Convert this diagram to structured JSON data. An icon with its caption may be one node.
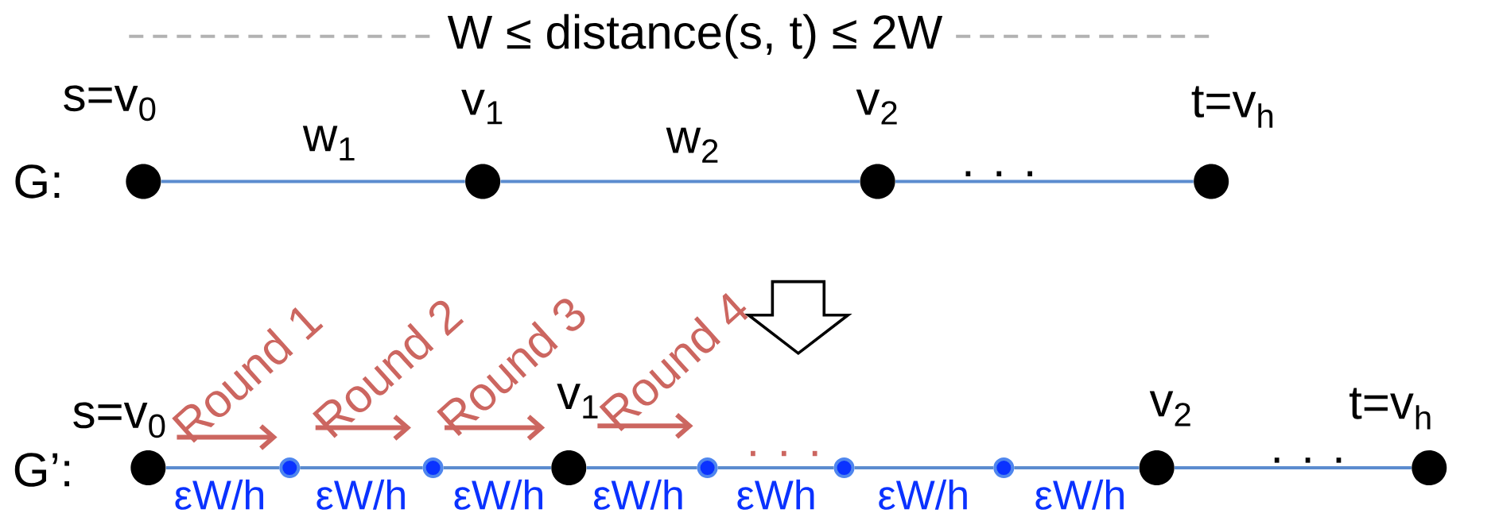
{
  "diagram": {
    "title": "W ≤ distance(s, t) ≤ 2W",
    "nodes": [
      {
        "text": [],
        "shape": "circle",
        "beside": [
          "s=v$_{0}$"
        ]
      },
      {
        "text": [],
        "shape": "circle",
        "beside": [
          "v$_{1}$"
        ]
      },
      {
        "text": [],
        "shape": "circle",
        "beside": [
          "v$_{2}$"
        ]
      },
      {
        "text": [],
        "shape": "circle",
        "beside": [
          "t=v$_{h}$"
        ]
      },
      {
        "text": [],
        "shape": "circle",
        "beside": [
          "s=v$_{0}$"
        ]
      },
      {
        "text": [],
        "shape": "circle"
      },
      {
        "text": [],
        "shape": "circle"
      },
      {
        "text": [],
        "shape": "circle",
        "beside": [
          "v$_{1}$"
        ]
      },
      {
        "text": [],
        "shape": "circle"
      },
      {
        "text": [],
        "shape": "circle"
      },
      {
        "text": [],
        "shape": "circle"
      },
      {
        "text": [],
        "shape": "circle",
        "beside": [
          "v$_{2}$"
        ]
      },
      {
        "text": [],
        "shape": "circle",
        "beside": [
          "t=v$_{h}$"
        ]
      }
    ],
    "edges": [
      {
        "from": 0,
        "to": 1,
        "arrow": "none",
        "label": "w$_{1}$"
      },
      {
        "from": 1,
        "to": 2,
        "arrow": "none",
        "label": "w$_{2}$"
      },
      {
        "from": 2,
        "to": 3,
        "arrow": "none",
        "label": ". . ."
      },
      {
        "from": 4,
        "to": 5,
        "arrow": "none",
        "label": "εW/h"
      },
      {
        "from": 5,
        "to": 6,
        "arrow": "none",
        "label": "εW/h"
      },
      {
        "from": 6,
        "to": 7,
        "arrow": "none",
        "label": "εW/h"
      },
      {
        "from": 7,
        "to": 8,
        "arrow": "none",
        "label": "εW/h"
      },
      {
        "from": 8,
        "to": 9,
        "arrow": "none",
        "label": "εWh"
      },
      {
        "from": 9,
        "to": 10,
        "arrow": "none",
        "label": "εW/h"
      },
      {
        "from": 10,
        "to": 11,
        "arrow": "none",
        "label": "εW/h"
      },
      {
        "from": 11,
        "to": 12,
        "arrow": "none",
        "label": ". . ."
      }
    ],
    "labels": [
      "G:",
      "Round 1",
      "Round 2",
      "Round 3",
      "Round 4",
      ". . .",
      "G’:"
    ]
  }
}
